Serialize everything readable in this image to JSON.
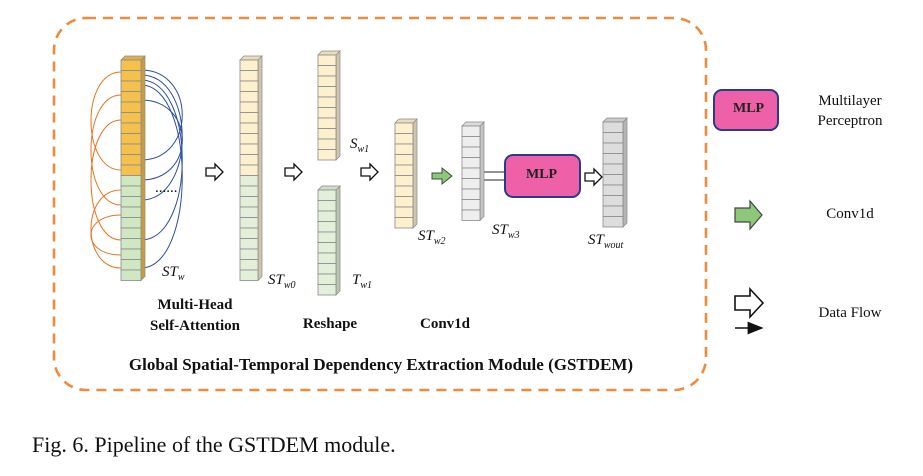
{
  "module": {
    "title": "Global Spatial-Temporal Dependency Extraction Module (GSTDEM)"
  },
  "labels": {
    "st_w_main": "ST",
    "st_w_sub": "w",
    "st_w0_main": "ST",
    "st_w0_sub": "w0",
    "s_w1_main": "S",
    "s_w1_sub": "w1",
    "t_w1_main": "T",
    "t_w1_sub": "w1",
    "st_w2_main": "ST",
    "st_w2_sub": "w2",
    "st_w3_main": "ST",
    "st_w3_sub": "w3",
    "st_wout_main": "ST",
    "st_wout_sub": "wout",
    "ellipsis": "......"
  },
  "stages": {
    "mhsa_line1": "Multi-Head",
    "mhsa_line2": "Self-Attention",
    "reshape": "Reshape",
    "conv1d": "Conv1d",
    "mlp": "MLP"
  },
  "legend": {
    "mlp_box": "MLP",
    "mlp_line1": "Multilayer",
    "mlp_line2": "Perceptron",
    "conv1d": "Conv1d",
    "dataflow": "Data Flow"
  },
  "caption": "Fig. 6.  Pipeline of the GSTDEM module.",
  "colors": {
    "dash_border": "#f08a3c",
    "yellow_dark": "#f4c04e",
    "yellow_light": "#fdf0cf",
    "green_light": "#e2f0da",
    "green_mid": "#cfe7c2",
    "gray_light": "#eeeeee",
    "gray_mid": "#dddddd",
    "mlp_fill": "#ee60a8",
    "mlp_border": "#2a3a8f",
    "conv_arrow": "#8cc77a",
    "attn_orange": "#e8741e",
    "attn_blue": "#2d4ea3"
  }
}
